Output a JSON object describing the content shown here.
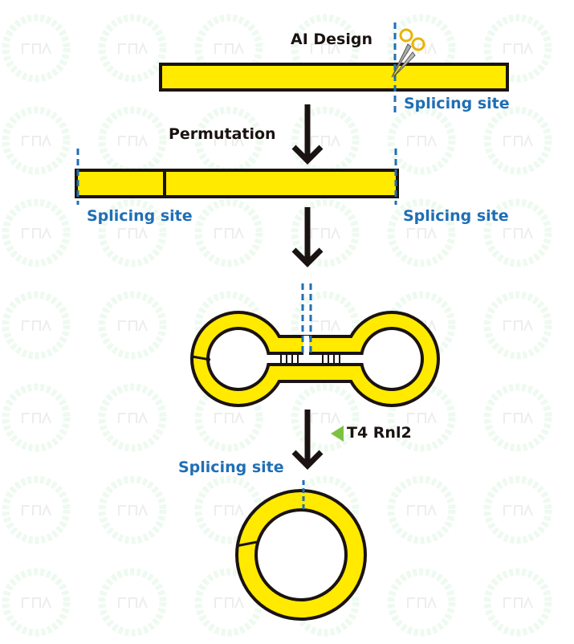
{
  "labels": {
    "ai_design": "AI Design",
    "permutation": "Permutation",
    "splicing_site": "Splicing site",
    "enzyme": "T4 Rnl2"
  },
  "watermark": "RNA",
  "colors": {
    "rna": "#ffea00",
    "outline": "#1a1311",
    "splice": "#1f6fb5",
    "enzyme": "#7cc242",
    "watermark": "#eefaf0"
  }
}
